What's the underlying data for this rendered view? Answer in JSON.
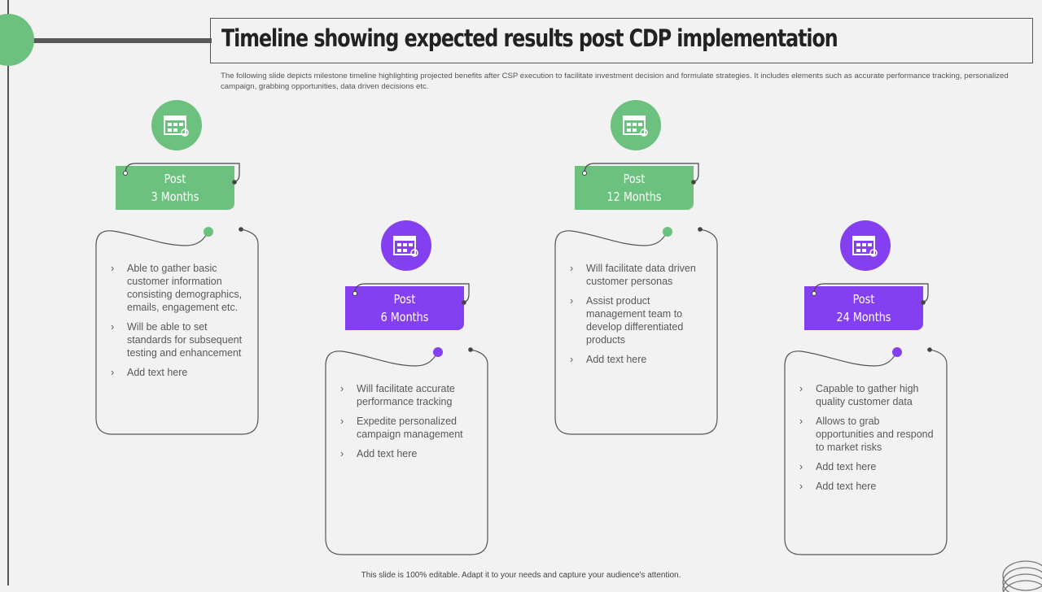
{
  "title": "Timeline showing expected results post CDP implementation",
  "description": "The following slide depicts milestone timeline highlighting projected benefits after CSP execution to facilitate investment decision and formulate strategies. It includes elements such as accurate performance tracking, personalized campaign, grabbing opportunities, data driven decisions etc.",
  "colors": {
    "green": "#6cc17e",
    "purple": "#8440f0"
  },
  "milestones": [
    {
      "line1": "Post",
      "line2": "3 Months",
      "icon": "calendar-edit-icon",
      "items": [
        "Able to gather basic customer information consisting demographics, emails, engagement etc.",
        "Will be able to set standards for subsequent testing and enhancement",
        "Add text here"
      ]
    },
    {
      "line1": "Post",
      "line2": "6 Months",
      "icon": "calendar-clock-icon",
      "items": [
        "Will facilitate accurate performance tracking",
        "Expedite personalized campaign management",
        "Add text here"
      ]
    },
    {
      "line1": "Post",
      "line2": "12 Months",
      "icon": "calendar-search-icon",
      "items": [
        "Will facilitate data driven customer personas",
        "Assist product management team to develop differentiated products",
        "Add text here"
      ]
    },
    {
      "line1": "Post",
      "line2": "24 Months",
      "icon": "calendar-search-icon",
      "items": [
        "Capable to gather high quality customer data",
        "Allows to grab opportunities and respond to market risks",
        "Add text here",
        "Add text here"
      ]
    }
  ],
  "bullet": "›",
  "footer": "This slide is 100% editable. Adapt it to your needs and capture your audience's attention."
}
